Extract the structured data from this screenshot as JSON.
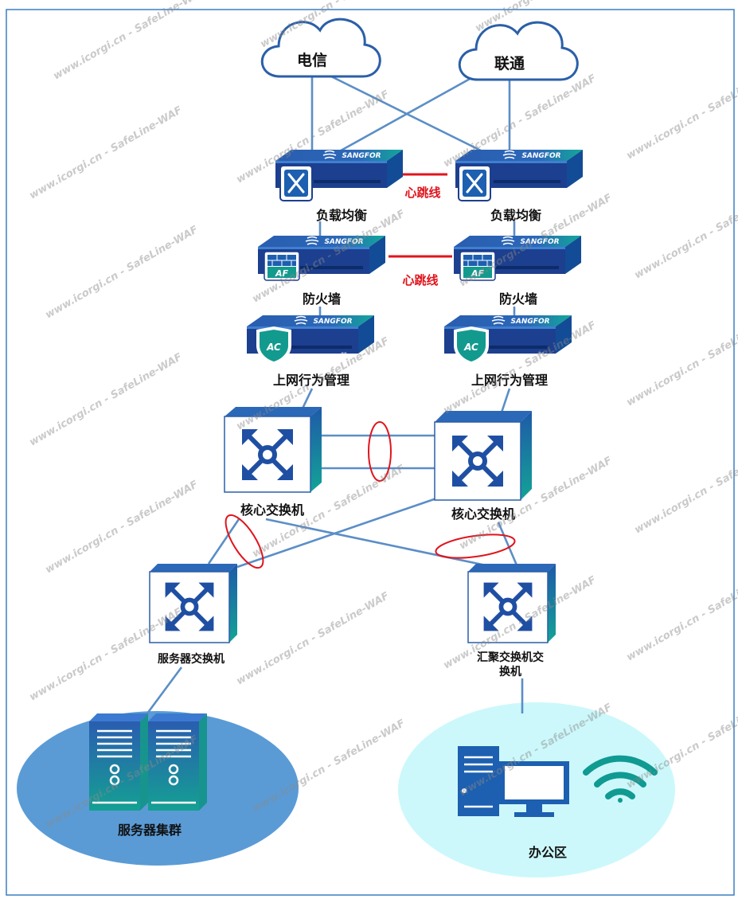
{
  "clouds": {
    "telecom": "电信",
    "unicom": "联通"
  },
  "devices": {
    "lb_left": "负载均衡",
    "lb_right": "负载均衡",
    "fw_left": "防火墙",
    "fw_right": "防火墙",
    "ac_left": "上网行为管理",
    "ac_right": "上网行为管理",
    "core_left": "核心交换机",
    "core_right": "核心交换机",
    "server_switch": "服务器交换机",
    "agg_switch_line1": "汇聚交换机交",
    "agg_switch_line2": "换机"
  },
  "links": {
    "heartbeat_lb": "心跳线",
    "heartbeat_fw": "心跳线"
  },
  "zones": {
    "server_cluster": "服务器集群",
    "office": "办公区"
  },
  "icons": {
    "brand_text": "SANGFOR",
    "af_badge": "AF",
    "ac_badge": "AC",
    "device_ports": "--"
  },
  "watermark": "www.icorgi.cn - SafeLine-WAF",
  "colors": {
    "frame": "#3a7fc4",
    "link": "#5b8ec7",
    "heartbeat": "#e0141c",
    "device_top": "#2a5db0",
    "device_front": "#1d3f8f",
    "device_side": "#0f9a92",
    "server_zone": "#5a9bd6",
    "office_zone": "#ccf8fb"
  }
}
